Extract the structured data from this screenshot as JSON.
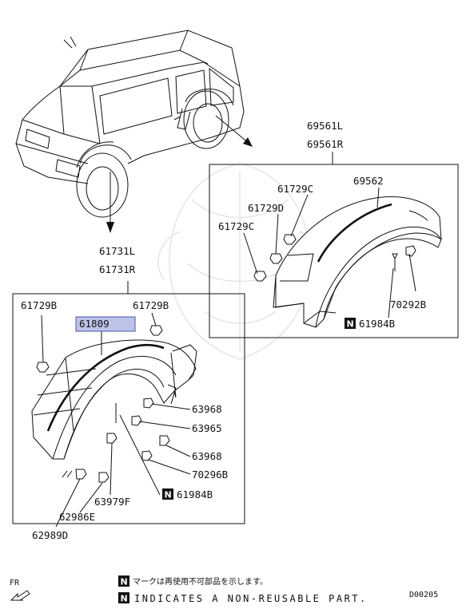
{
  "callouts": {
    "main_fender_l": "61731L",
    "main_fender_r": "61731R",
    "rear_fender_l": "69561L",
    "rear_fender_r": "69561R",
    "rear_piece": "69562",
    "rear_clip_upper": "61729C",
    "rear_clip_mid": "61729D",
    "rear_clip_lower": "61729C",
    "rear_screw": "70292B",
    "rear_nonreuse": "61984B",
    "front_clip_left": "61729B",
    "front_clip_right": "61729B",
    "front_highlight": "61809",
    "front_bolt_1": "63968",
    "front_bolt_2": "63965",
    "front_bolt_3": "63968",
    "front_screw": "70296B",
    "front_nonreuse": "61984B",
    "front_clip_bottom": "63979F",
    "front_nut_1": "62986E",
    "front_nut_2": "62989D"
  },
  "legend": {
    "badge": "N",
    "japanese_text": "マークは再使用不可部品を示します。",
    "english_text": "INDICATES A NON-REUSABLE PART.",
    "direction_label": "FR",
    "diagram_code": "D00205"
  },
  "colors": {
    "ink": "#111111",
    "highlight_fill": "#bdc3e8",
    "highlight_border": "#4b56a8",
    "watermark": "#e6e6e6"
  }
}
